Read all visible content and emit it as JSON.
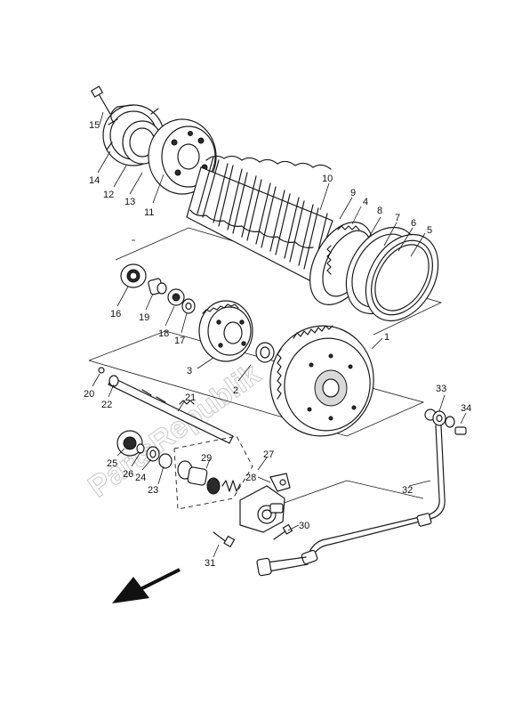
{
  "diagram": {
    "labels": [
      "1",
      "2",
      "3",
      "4",
      "5",
      "6",
      "7",
      "8",
      "9",
      "10",
      "11",
      "12",
      "13",
      "14",
      "15",
      "16",
      "17",
      "18",
      "19",
      "20",
      "21",
      "22",
      "23",
      "24",
      "25",
      "26",
      "27",
      "28",
      "29",
      "30",
      "31",
      "32",
      "33",
      "34"
    ],
    "watermark": "PartsRepublik"
  }
}
